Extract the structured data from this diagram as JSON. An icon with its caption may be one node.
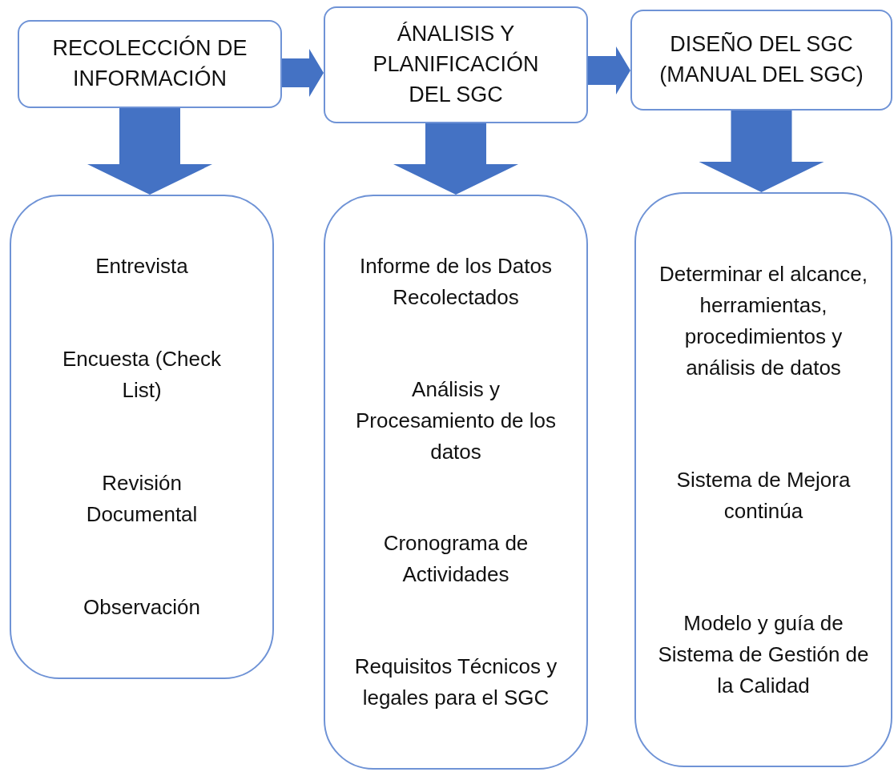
{
  "diagram": {
    "nodes": [
      {
        "text": [
          "RECOLECCIÓN DE INFORMACIÓN"
        ]
      },
      {
        "text": [
          "ÁNALISIS Y PLANIFICACIÓN DEL SGC"
        ]
      },
      {
        "text": [
          "DISEÑO DEL SGC (MANUAL DEL SGC)"
        ]
      },
      {
        "text": [
          "Entrevista",
          "Encuesta (Check List)",
          "Revisión Documental",
          "Observación"
        ]
      },
      {
        "text": [
          "Informe de los Datos Recolectados",
          "Análisis y Procesamiento de los datos",
          "Cronograma de Actividades",
          "Requisitos Técnicos y legales para el SGC"
        ]
      },
      {
        "text": [
          "Determinar el alcance, herramientas, procedimientos y análisis de datos",
          "Sistema de Mejora continúa",
          "Modelo y guía de Sistema de Gestión de la Calidad"
        ]
      }
    ],
    "edges": [
      {
        "from": 0,
        "to": 1,
        "arrow": "to"
      },
      {
        "from": 1,
        "to": 2,
        "arrow": "to"
      },
      {
        "from": 0,
        "to": 3,
        "arrow": "to"
      },
      {
        "from": 1,
        "to": 4,
        "arrow": "to"
      },
      {
        "from": 2,
        "to": 5,
        "arrow": "to"
      }
    ]
  }
}
